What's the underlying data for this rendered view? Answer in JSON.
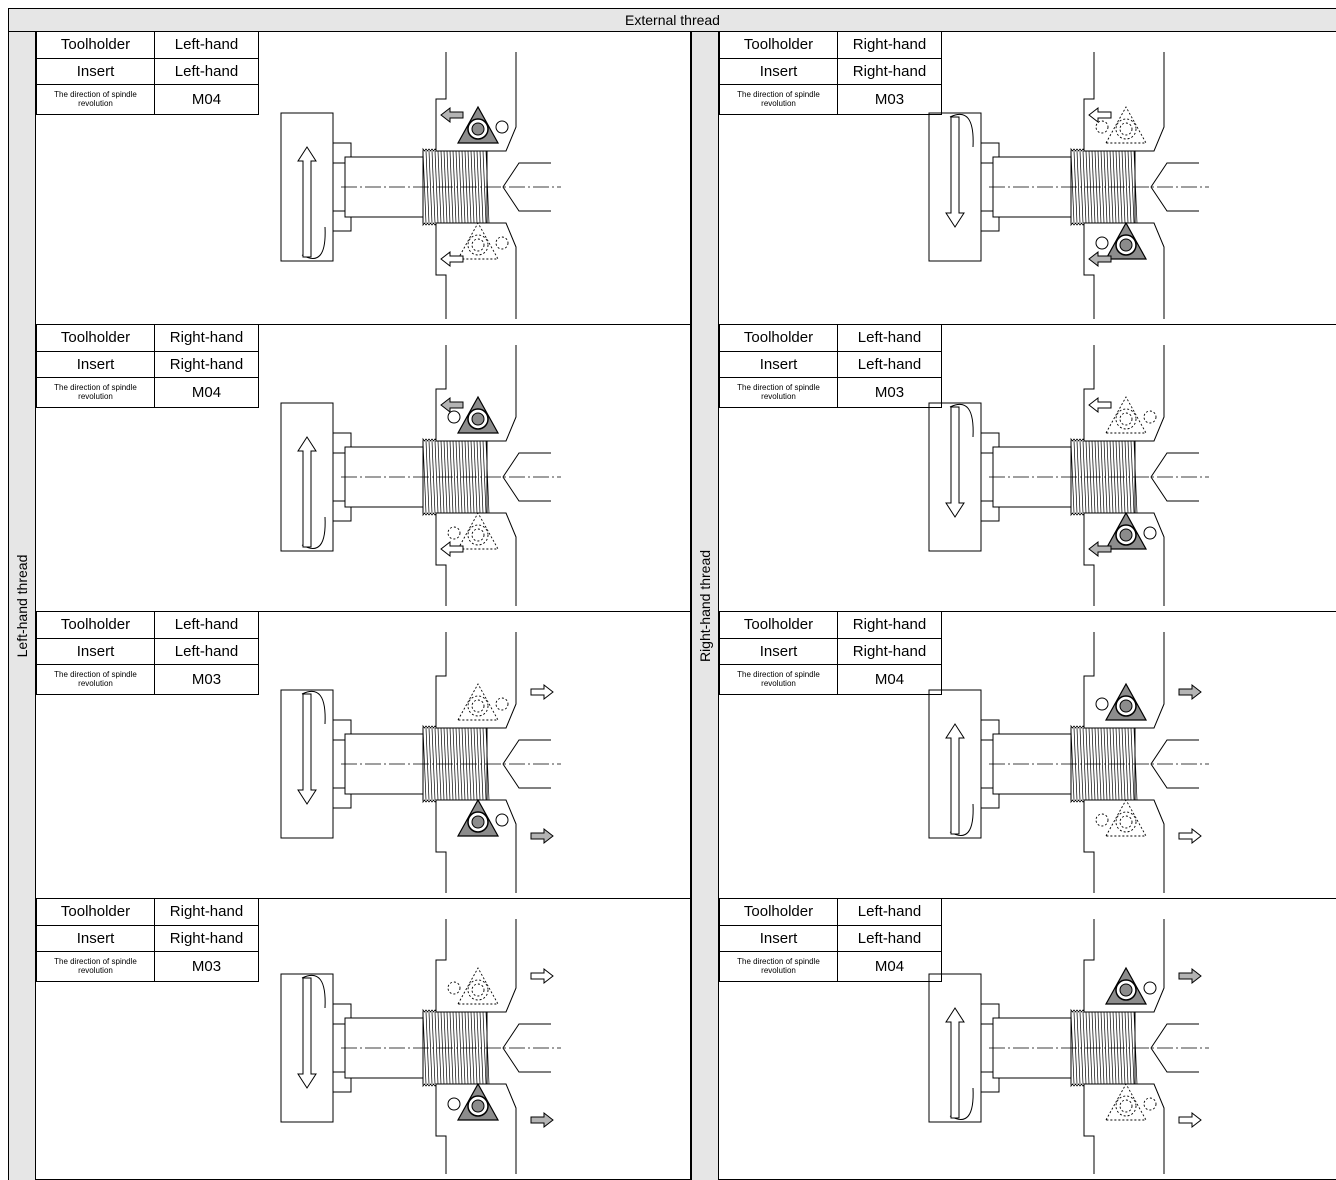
{
  "header": {
    "title": "External thread"
  },
  "side_labels": {
    "left": "Left-hand thread",
    "right": "Right-hand thread"
  },
  "labels": {
    "toolholder": "Toolholder",
    "insert": "Insert",
    "direction": "The direction of spindle revolution"
  },
  "left_column": [
    {
      "toolholder": "Left-hand",
      "insert": "Left-hand",
      "spindle": "M04",
      "rotation": "up",
      "feed": "left",
      "active_insert": "top"
    },
    {
      "toolholder": "Right-hand",
      "insert": "Right-hand",
      "spindle": "M04",
      "rotation": "up",
      "feed": "left",
      "active_insert": "top"
    },
    {
      "toolholder": "Left-hand",
      "insert": "Left-hand",
      "spindle": "M03",
      "rotation": "down",
      "feed": "right",
      "active_insert": "bottom"
    },
    {
      "toolholder": "Right-hand",
      "insert": "Right-hand",
      "spindle": "M03",
      "rotation": "down",
      "feed": "right",
      "active_insert": "bottom"
    }
  ],
  "right_column": [
    {
      "toolholder": "Right-hand",
      "insert": "Right-hand",
      "spindle": "M03",
      "rotation": "down",
      "feed": "left",
      "active_insert": "bottom"
    },
    {
      "toolholder": "Left-hand",
      "insert": "Left-hand",
      "spindle": "M03",
      "rotation": "down",
      "feed": "left",
      "active_insert": "bottom"
    },
    {
      "toolholder": "Right-hand",
      "insert": "Right-hand",
      "spindle": "M04",
      "rotation": "up",
      "feed": "right",
      "active_insert": "top"
    },
    {
      "toolholder": "Left-hand",
      "insert": "Left-hand",
      "spindle": "M04",
      "rotation": "up",
      "feed": "right",
      "active_insert": "top"
    }
  ],
  "colors": {
    "header_bg": "#e6e6e6",
    "insert_fill": "#8c8c8c",
    "arrow_fill": "#b4b4b4"
  }
}
